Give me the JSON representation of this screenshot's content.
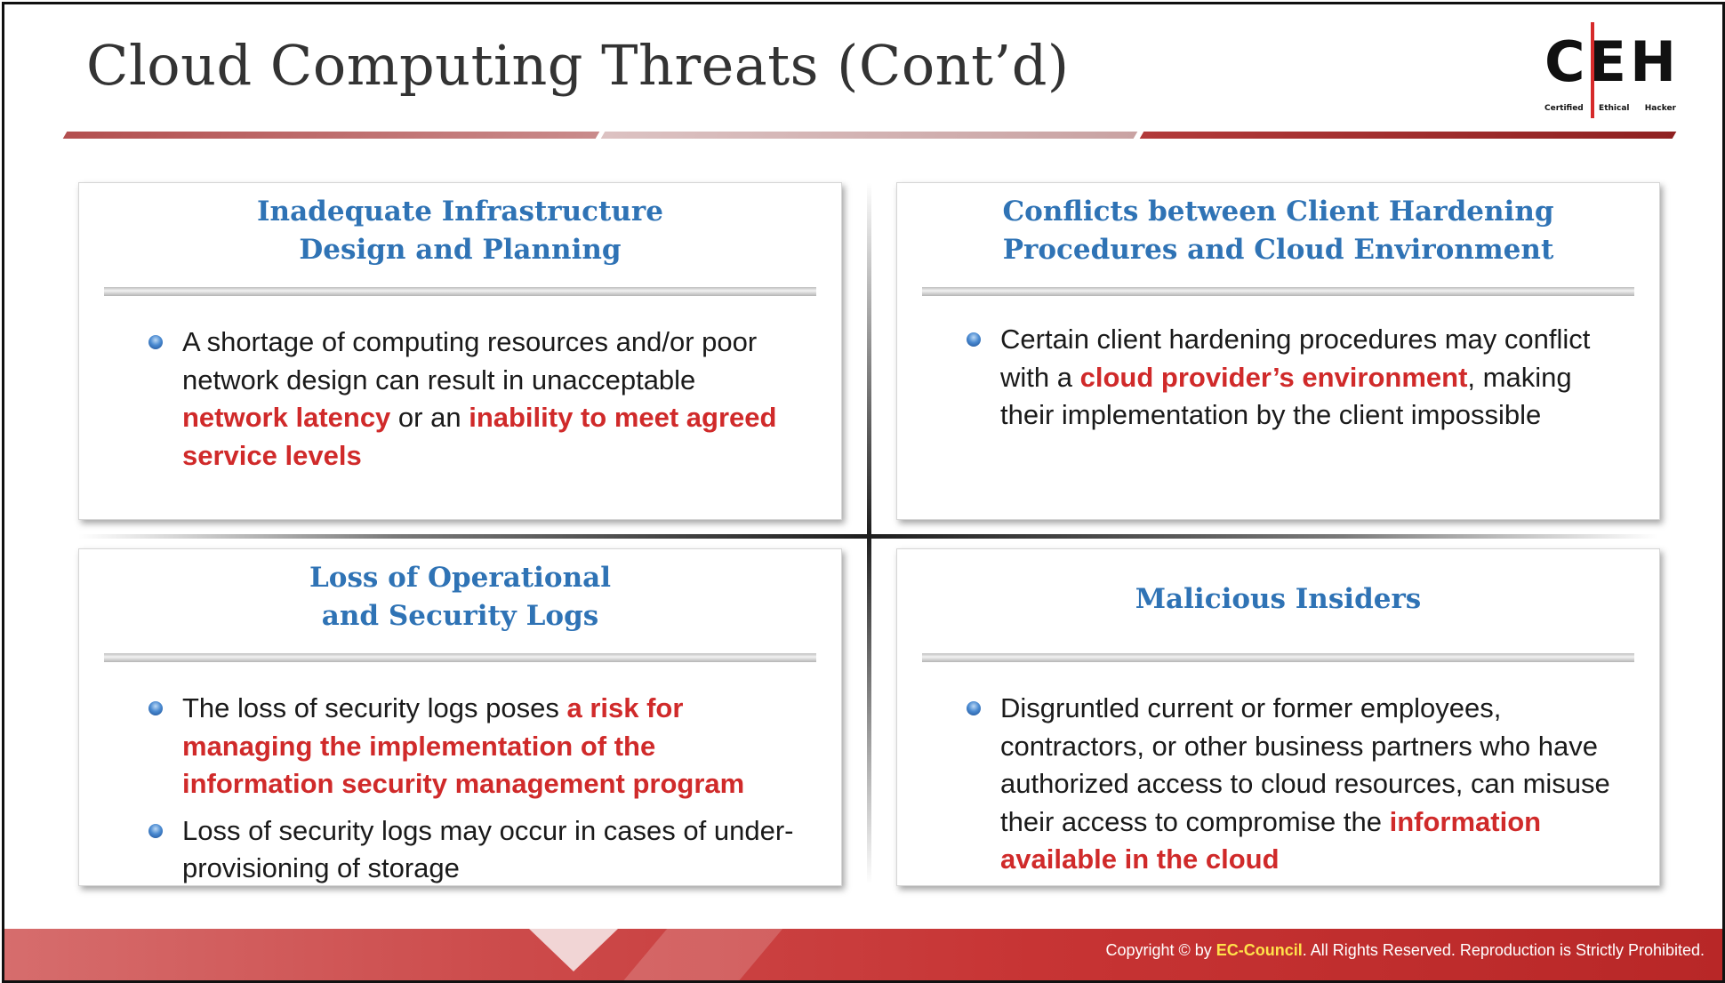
{
  "slide": {
    "title": "Cloud Computing Threats (Cont’d)"
  },
  "logo": {
    "letters": [
      "C",
      "E",
      "H"
    ],
    "subtitle": [
      "Certified",
      "Ethical",
      "Hacker"
    ]
  },
  "panels": [
    {
      "heading": [
        "Inadequate Infrastructure",
        "Design and Planning"
      ],
      "bullets": [
        {
          "segments": [
            {
              "text": "A shortage of computing resources and/or poor network design can result in unacceptable ",
              "highlight": false
            },
            {
              "text": "network latency",
              "highlight": true
            },
            {
              "text": " or an ",
              "highlight": false
            },
            {
              "text": "inability to meet agreed service levels",
              "highlight": true
            }
          ]
        }
      ]
    },
    {
      "heading": [
        "Conflicts between Client Hardening",
        "Procedures and Cloud Environment"
      ],
      "bullets": [
        {
          "segments": [
            {
              "text": "Certain client hardening procedures may conflict with a ",
              "highlight": false
            },
            {
              "text": "cloud provider’s environment",
              "highlight": true
            },
            {
              "text": ", making their implementation by the client impossible",
              "highlight": false
            }
          ]
        }
      ]
    },
    {
      "heading": [
        "Loss of Operational",
        "and Security Logs"
      ],
      "bullets": [
        {
          "segments": [
            {
              "text": "The loss of security logs poses ",
              "highlight": false
            },
            {
              "text": "a risk for managing the implementation of the information security management program",
              "highlight": true
            }
          ]
        },
        {
          "segments": [
            {
              "text": "Loss of security logs may occur in cases of under-provisioning of storage",
              "highlight": false
            }
          ]
        }
      ]
    },
    {
      "heading": [
        "Malicious Insiders"
      ],
      "bullets": [
        {
          "segments": [
            {
              "text": "Disgruntled current or former employees, contractors, or other business partners who have authorized access to cloud resources, can misuse their access to compromise the ",
              "highlight": false
            },
            {
              "text": "information available in the cloud",
              "highlight": true
            }
          ]
        }
      ]
    }
  ],
  "footer": {
    "prefix": "Copyright © by ",
    "brand": "EC-Council",
    "suffix": ". All Rights Reserved. Reproduction is Strictly Prohibited."
  },
  "colors": {
    "heading": "#2f73b5",
    "highlight": "#d02a2a",
    "footer_brand": "#ffe24a"
  }
}
